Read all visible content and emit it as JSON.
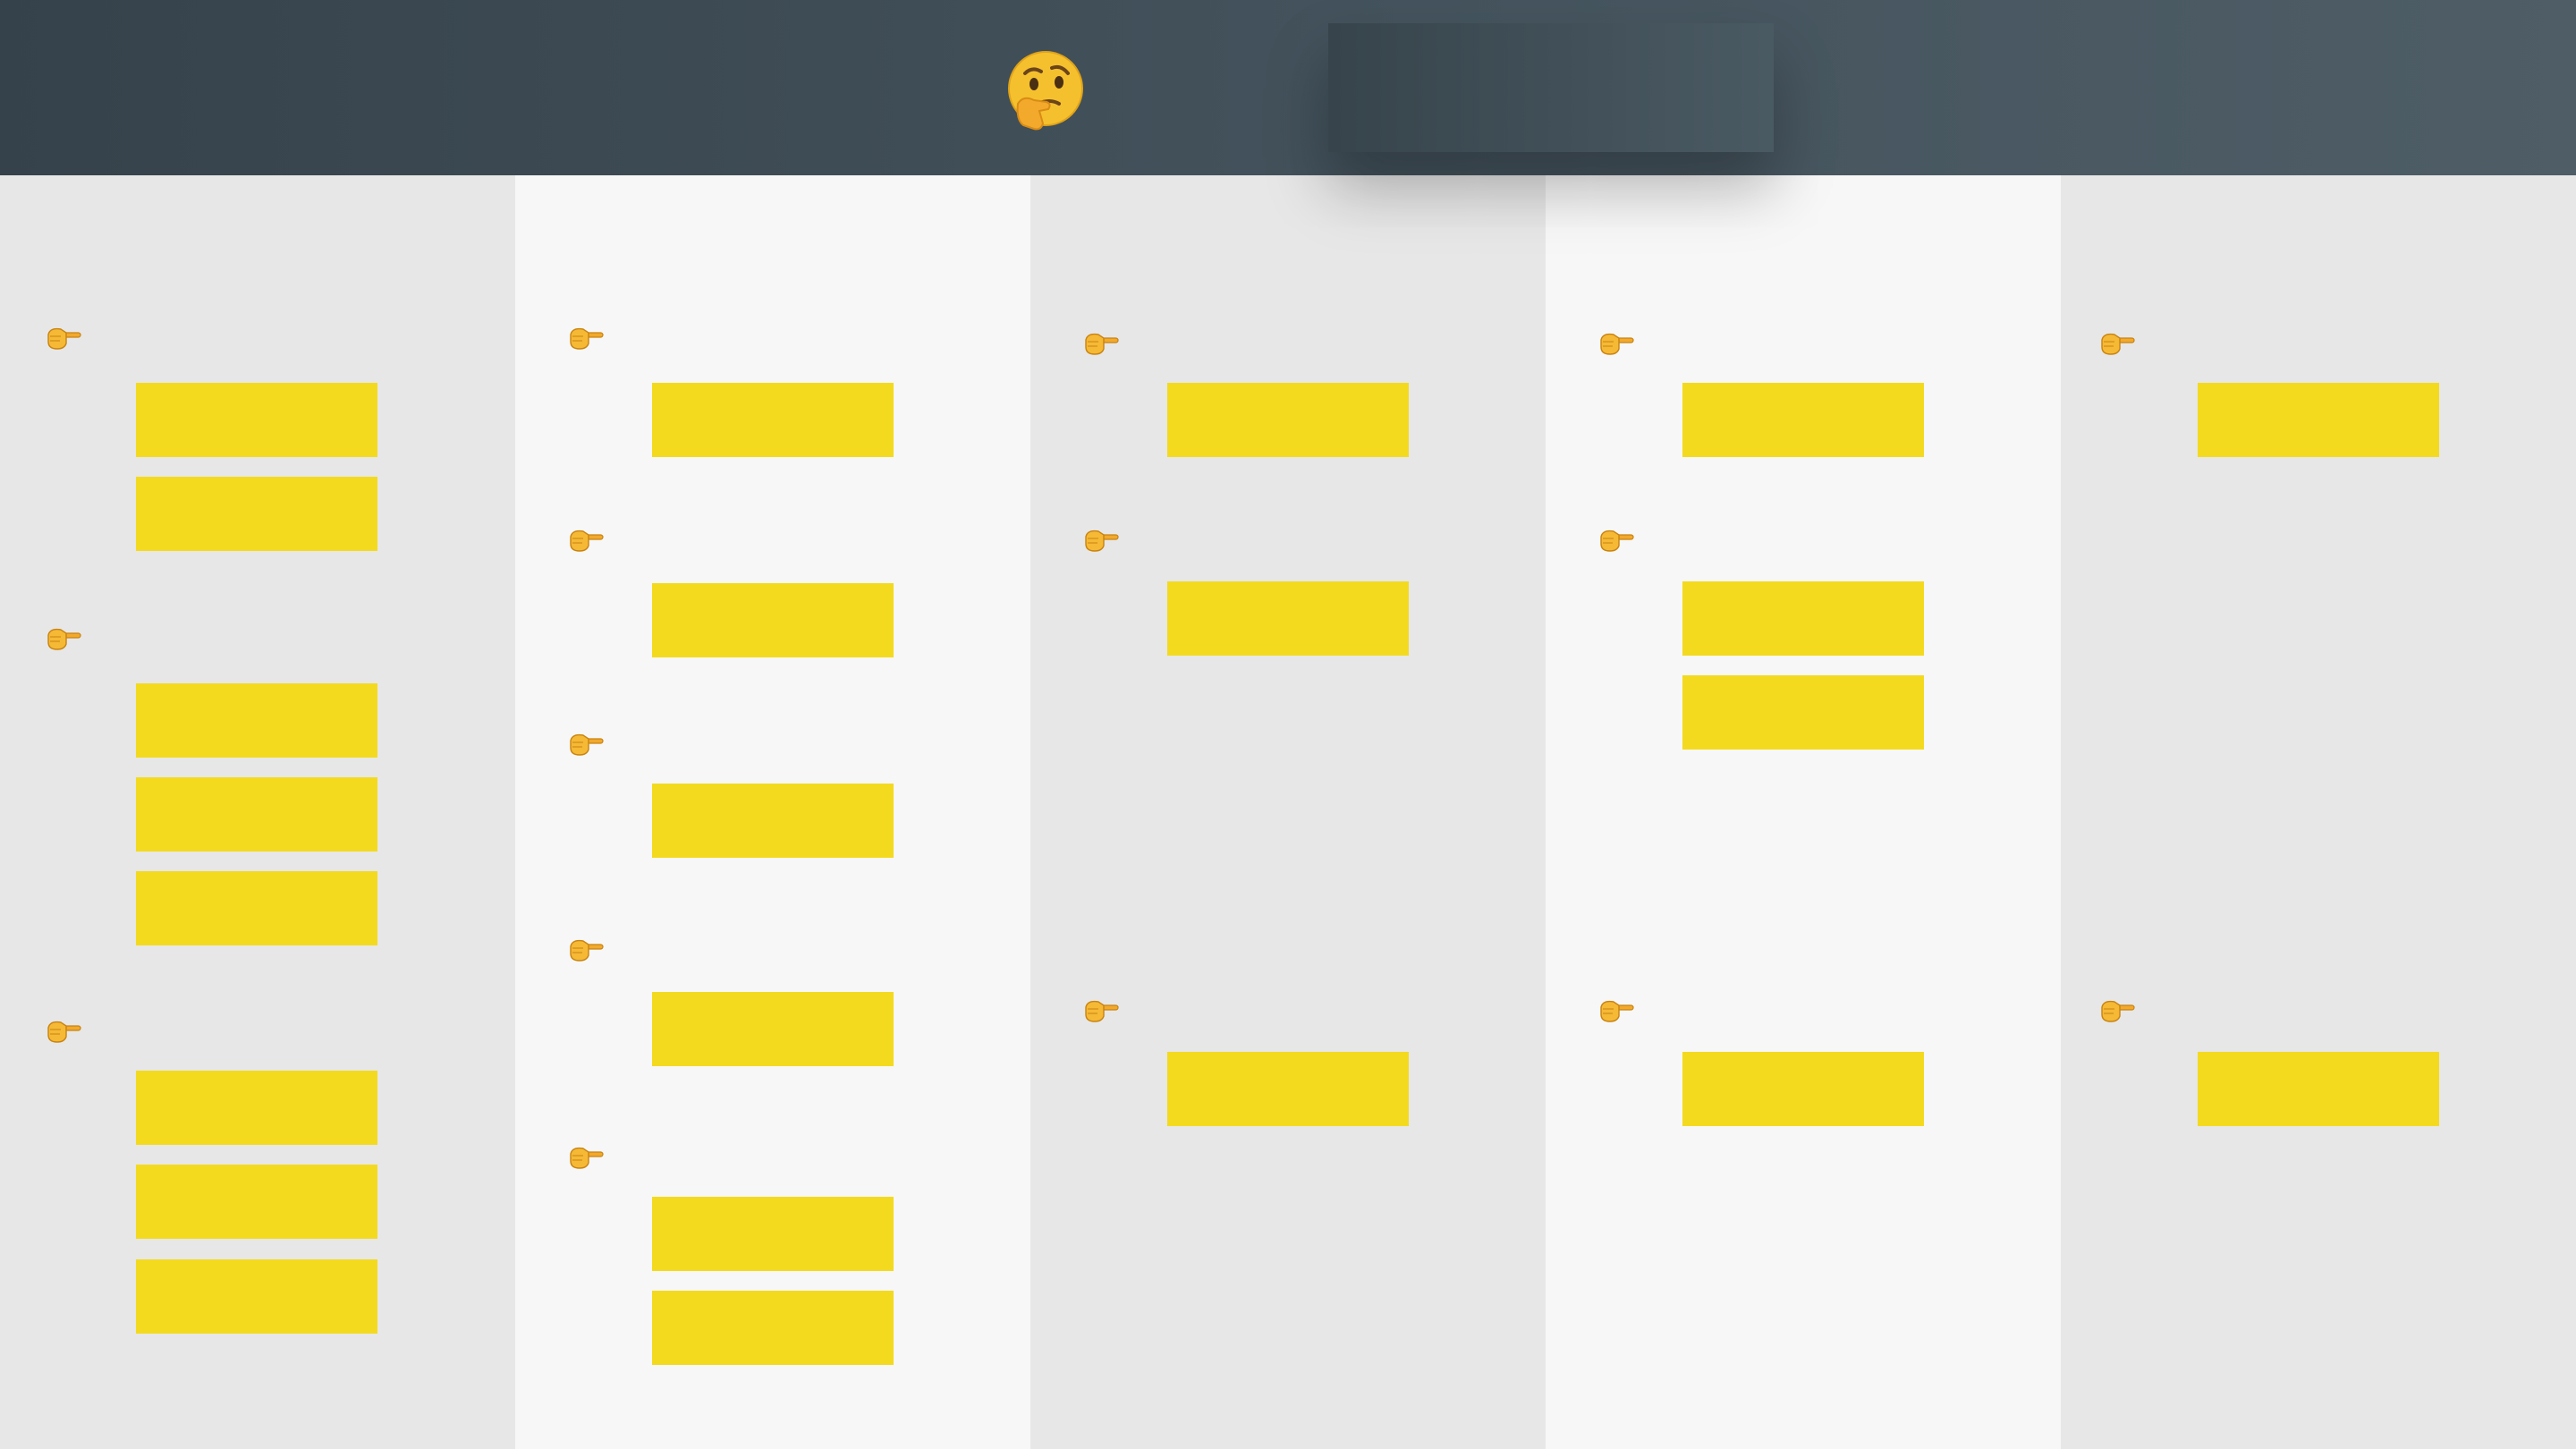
{
  "header": {
    "emoji_icon": "thinking-face-icon"
  },
  "board": {
    "pointer_icon": "backhand-index-pointing-right-icon",
    "sticky_color": "#f3da1f",
    "columns": [
      {
        "tone": "gray",
        "groups": [
          {
            "stickies": [
              "",
              ""
            ]
          },
          {
            "stickies": [
              "",
              "",
              ""
            ]
          },
          {
            "stickies": [
              "",
              "",
              ""
            ]
          }
        ]
      },
      {
        "tone": "light",
        "groups": [
          {
            "stickies": [
              ""
            ]
          },
          {
            "stickies": [
              ""
            ]
          },
          {
            "stickies": [
              ""
            ]
          },
          {
            "stickies": [
              ""
            ]
          },
          {
            "stickies": [
              "",
              ""
            ]
          }
        ]
      },
      {
        "tone": "gray",
        "groups": [
          {
            "stickies": [
              ""
            ]
          },
          {
            "stickies": [
              ""
            ]
          },
          {
            "stickies": [
              ""
            ]
          }
        ]
      },
      {
        "tone": "light",
        "groups": [
          {
            "stickies": [
              ""
            ]
          },
          {
            "stickies": [
              "",
              ""
            ]
          },
          {
            "stickies": [
              ""
            ]
          }
        ]
      },
      {
        "tone": "gray",
        "groups": [
          {
            "stickies": [
              ""
            ]
          },
          {
            "stickies": [
              ""
            ]
          }
        ]
      }
    ]
  }
}
